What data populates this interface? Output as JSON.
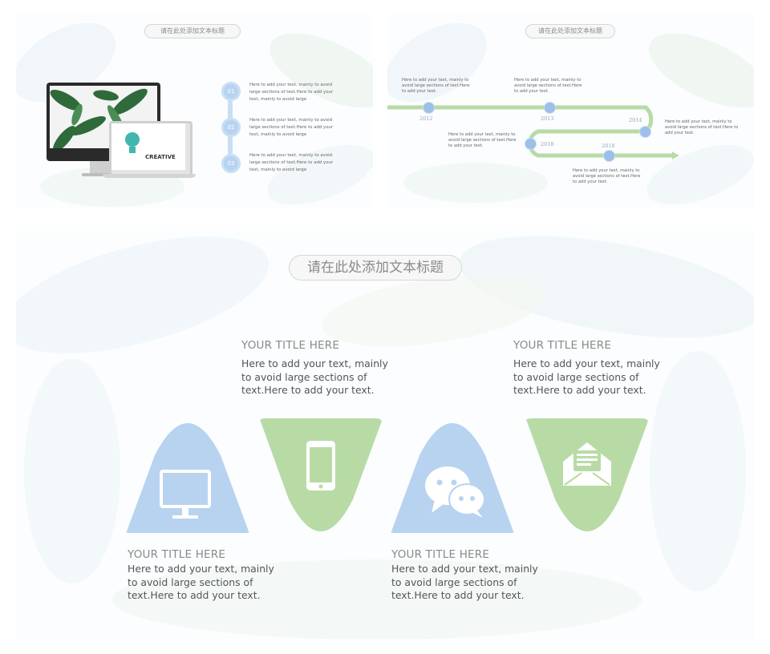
{
  "slide1": {
    "title": "请在此处添加文本标题",
    "screen_text": "CREATIVE",
    "steps": [
      {
        "number": "01",
        "text": "Here to add your text, mainly to avoid large sections of text.Here to add your text, mainly to avoid large"
      },
      {
        "number": "02",
        "text": "Here to add your text, mainly to avoid large sections of text.Here to add your text, mainly to avoid large"
      },
      {
        "number": "03",
        "text": "Here to add your text, mainly to avoid large sections of text.Here to add your text, mainly to avoid large"
      }
    ]
  },
  "slide2": {
    "title": "请在此处添加文本标题",
    "years": [
      "2012",
      "2013",
      "2014",
      "2018",
      "2018"
    ],
    "notes": [
      "Here to add your text, mainly to avoid large sections of text.Here to add your text.",
      "Here to add your text, mainly to avoid large sections of text.Here to add your text.",
      "Here to add your text, mainly to avoid large sections of text.Here to add your text.",
      "Here to add your text, mainly to avoid large sections of text.Here to add your text.",
      "Here to add your text, mainly to avoid large sections of text.Here to add your text."
    ]
  },
  "slide3": {
    "title": "请在此处添加文本标题",
    "blocks": [
      {
        "title": "YOUR TITLE HERE",
        "body": "Here to add your text, mainly to avoid large sections of text.Here to add your text."
      },
      {
        "title": "YOUR TITLE HERE",
        "body": "Here to add your text, mainly to avoid large sections of text.Here to add your text."
      },
      {
        "title": "YOUR TITLE HERE",
        "body": "Here to add your text, mainly to avoid large sections of text.Here to add your text."
      },
      {
        "title": "YOUR TITLE HERE",
        "body": "Here to add your text, mainly to avoid large sections of text.Here to add your text."
      }
    ],
    "icons": [
      "monitor-icon",
      "smartphone-icon",
      "chat-icon",
      "mail-icon"
    ]
  },
  "colors": {
    "blue": "#b8d3f0",
    "green": "#b8dba6",
    "title_gray": "#8a8a8a",
    "text": "#555555"
  }
}
